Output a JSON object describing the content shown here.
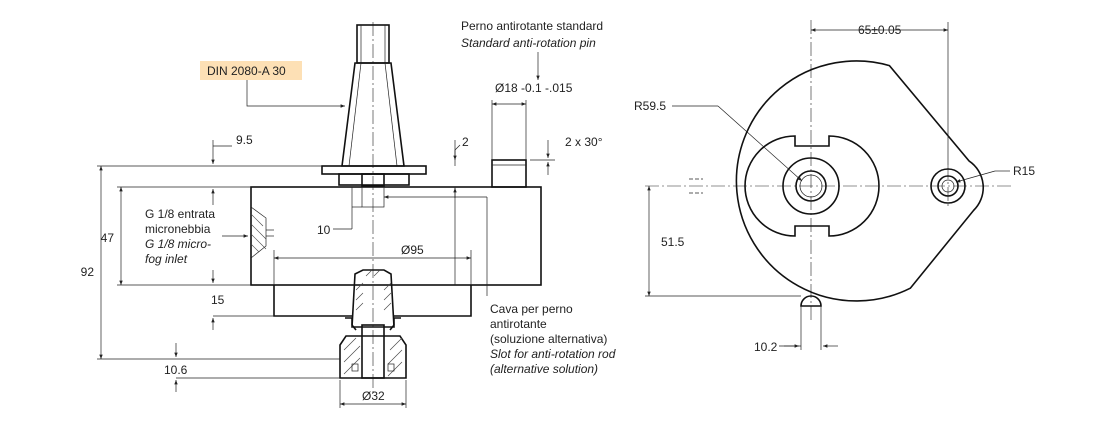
{
  "tag": {
    "label": "DIN 2080-A 30",
    "color": "#fde0b5"
  },
  "front_view": {
    "dim_9_5": "9.5",
    "dim_2": "2",
    "dim_chamfer": "2 x 30°",
    "dim_47": "47",
    "dim_92": "92",
    "dim_10": "10",
    "dim_15": "15",
    "dim_10_6": "10.6",
    "dim_d95": "Ø95",
    "dim_d32": "Ø32",
    "dim_d18": "Ø18 -0.1 -.015",
    "pin_note_it": "Perno antirotante standard",
    "pin_note_en": "Standard anti-rotation pin",
    "inlet_it_1": "G 1/8 entrata",
    "inlet_it_2": "micronebbia",
    "inlet_en_1": "G 1/8 micro-",
    "inlet_en_2": "fog inlet",
    "slot_it_1": "Cava per perno",
    "slot_it_2": "antirotante",
    "slot_it_3": "(soluzione alternativa)",
    "slot_en_1": "Slot for anti-rotation rod",
    "slot_en_2": "(alternative solution)"
  },
  "top_view": {
    "dim_65": "65±0.05",
    "dim_r59_5": "R59.5",
    "dim_r15": "R15",
    "dim_51_5": "51.5",
    "dim_10_2": "10.2"
  }
}
